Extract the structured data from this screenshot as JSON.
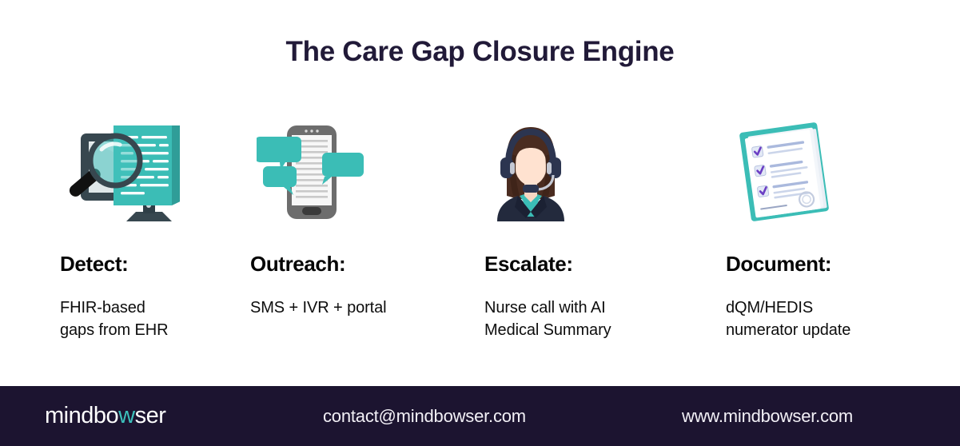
{
  "title": "The Care Gap Closure Engine",
  "colors": {
    "title_navy": "#211A38",
    "teal": "#33B3AE",
    "footer_bg": "#1C1430",
    "body_text": "#0d0d0d",
    "heading_text": "#050505",
    "page_bg": "#ffffff",
    "monitor_dark": "#37474f",
    "purple_check": "#6B3FC4"
  },
  "steps": [
    {
      "icon": "monitor-magnifier-icon",
      "heading": "Detect:",
      "body_lines": [
        "FHIR-based",
        "gaps from EHR"
      ]
    },
    {
      "icon": "smartphone-chat-icon",
      "heading": "Outreach:",
      "body_lines": [
        "SMS + IVR + portal"
      ]
    },
    {
      "icon": "headset-agent-icon",
      "heading": "Escalate:",
      "body_lines": [
        "Nurse call with AI",
        "Medical Summary"
      ]
    },
    {
      "icon": "checklist-documents-icon",
      "heading": "Document:",
      "body_lines": [
        "dQM/HEDIS",
        "numerator update"
      ]
    }
  ],
  "footer": {
    "logo_part1": "mindbo",
    "logo_accent": "w",
    "logo_part2": "ser",
    "email": "contact@mindbowser.com",
    "website": "www.mindbowser.com"
  }
}
